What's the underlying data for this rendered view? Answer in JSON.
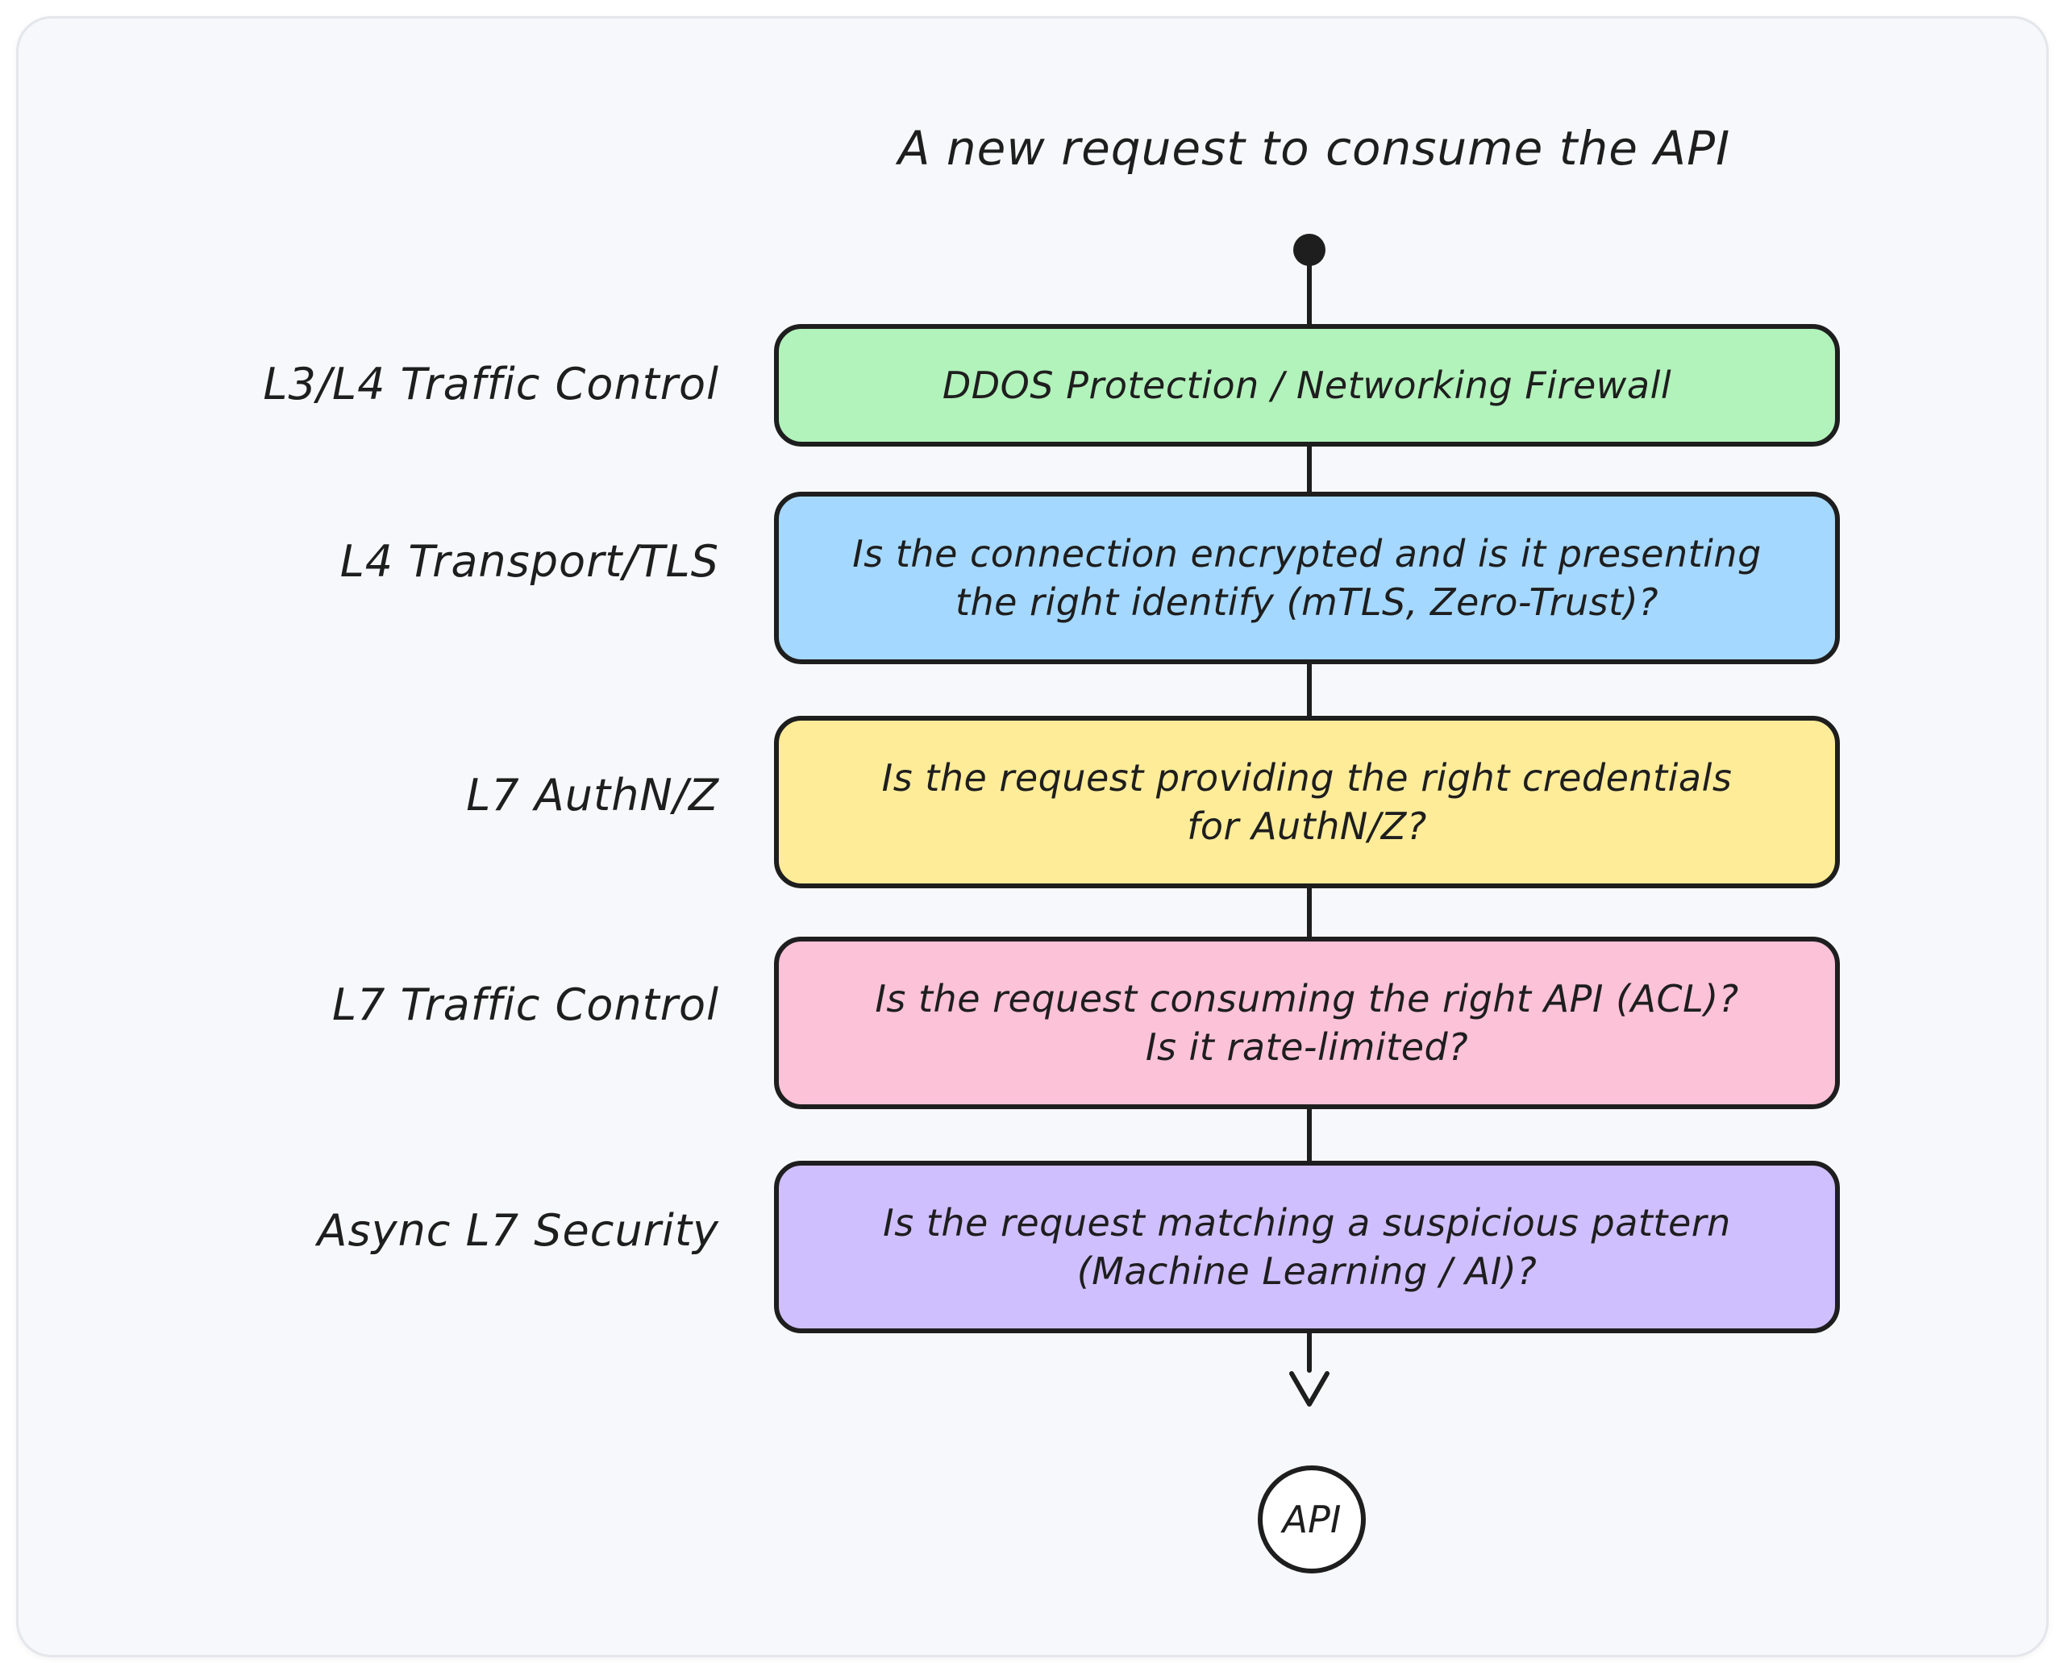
{
  "diagram": {
    "title": "A new request to consume the API",
    "end_node": "API",
    "layers": [
      {
        "label": "L3/L4 Traffic Control",
        "text_lines": [
          "DDOS Protection / Networking Firewall"
        ],
        "color": "#b2f2bb"
      },
      {
        "label": "L4 Transport/TLS",
        "text_lines": [
          "Is the connection encrypted and is it presenting",
          "the right identify (mTLS, Zero-Trust)?"
        ],
        "color": "#a5d8ff"
      },
      {
        "label": "L7 AuthN/Z",
        "text_lines": [
          "Is the request providing the right credentials",
          "for AuthN/Z?"
        ],
        "color": "#ffec99"
      },
      {
        "label": "L7 Traffic Control",
        "text_lines": [
          "Is the request consuming the right API (ACL)?",
          "Is it rate-limited?"
        ],
        "color": "#fcc2d7"
      },
      {
        "label": "Async L7 Security",
        "text_lines": [
          "Is the request matching a suspicious pattern",
          "(Machine Learning / AI)?"
        ],
        "color": "#d0bfff"
      }
    ]
  }
}
